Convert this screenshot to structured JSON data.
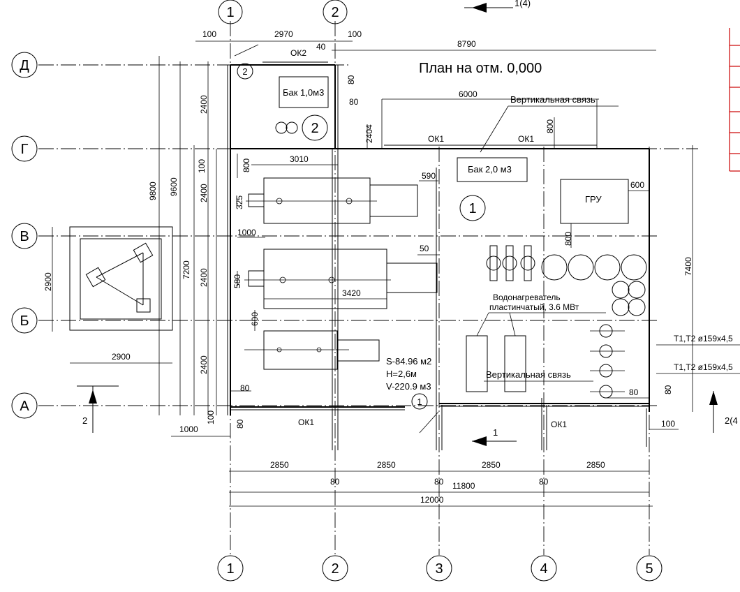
{
  "plan": {
    "title": "План на отм. 0,000",
    "section_top": "1(4)",
    "section_right": "2(4",
    "section_arrow_left": "2",
    "section_arrow_bottom": "1"
  },
  "axes": {
    "columns": [
      "1",
      "2",
      "3",
      "4",
      "5"
    ],
    "rows": [
      "Д",
      "Г",
      "В",
      "Б",
      "А"
    ]
  },
  "equipment": {
    "tank_small": "Бак 1,0м3",
    "tank_large": "Бак 2,0 м3",
    "gru": "ГРУ",
    "heater_line1": "Водонагреватель",
    "heater_line2": "пластинчатый,  3.6 МВт",
    "vertical_link_top": "Вертикальная связь",
    "vertical_link_bottom": "Вертикальная связь",
    "pipe_label_1": "Т1,Т2 ø159х4,5",
    "pipe_label_2": "Т1,Т2 ø159х4,5"
  },
  "room_stats": {
    "area": "S-84.96 м2",
    "height": "Н=2,6м",
    "volume": "V-220.9 м3"
  },
  "openings": {
    "ok2": "ОК2",
    "ok1_a": "ОК1",
    "ok1_b": "ОК1",
    "ok1_c": "ОК1",
    "ok1_d": "ОК1"
  },
  "callouts": {
    "c1": "1",
    "c2": "2",
    "c2_small": "2",
    "c1_small": "1"
  },
  "dims": {
    "d100_top": "100",
    "d2970": "2970",
    "d100_top2": "100",
    "d40": "40",
    "d8790": "8790",
    "d80_v": "80",
    "d80_h": "80",
    "d6000": "6000",
    "d2404": "2404",
    "d800_top": "800",
    "d2400_1": "2400",
    "d9800": "9800",
    "d9600": "9600",
    "d100_left": "100",
    "d800_left": "800",
    "d3010": "3010",
    "d590": "590",
    "d600_gru": "600",
    "d2400_2": "2400",
    "d325": "325",
    "d1000_mid": "1000",
    "d800_gru": "800",
    "d2900_v": "2900",
    "d7200": "7200",
    "d50": "50",
    "d2400_3": "2400",
    "d580": "580",
    "d3420": "3420",
    "d7400": "7400",
    "d600_pump": "600",
    "d2900_h": "2900",
    "d2400_4": "2400",
    "d80_a": "80",
    "d80_b": "80",
    "d80_c": "80",
    "d100_a": "100",
    "d80_left_a": "80",
    "d1000_bottom": "1000",
    "d100_right": "100",
    "d2850_1": "2850",
    "d2850_2": "2850",
    "d2850_3": "2850",
    "d2850_4": "2850",
    "d80_b1": "80",
    "d80_b2": "80",
    "d80_b3": "80",
    "d11800": "11800",
    "d12000": "12000"
  }
}
